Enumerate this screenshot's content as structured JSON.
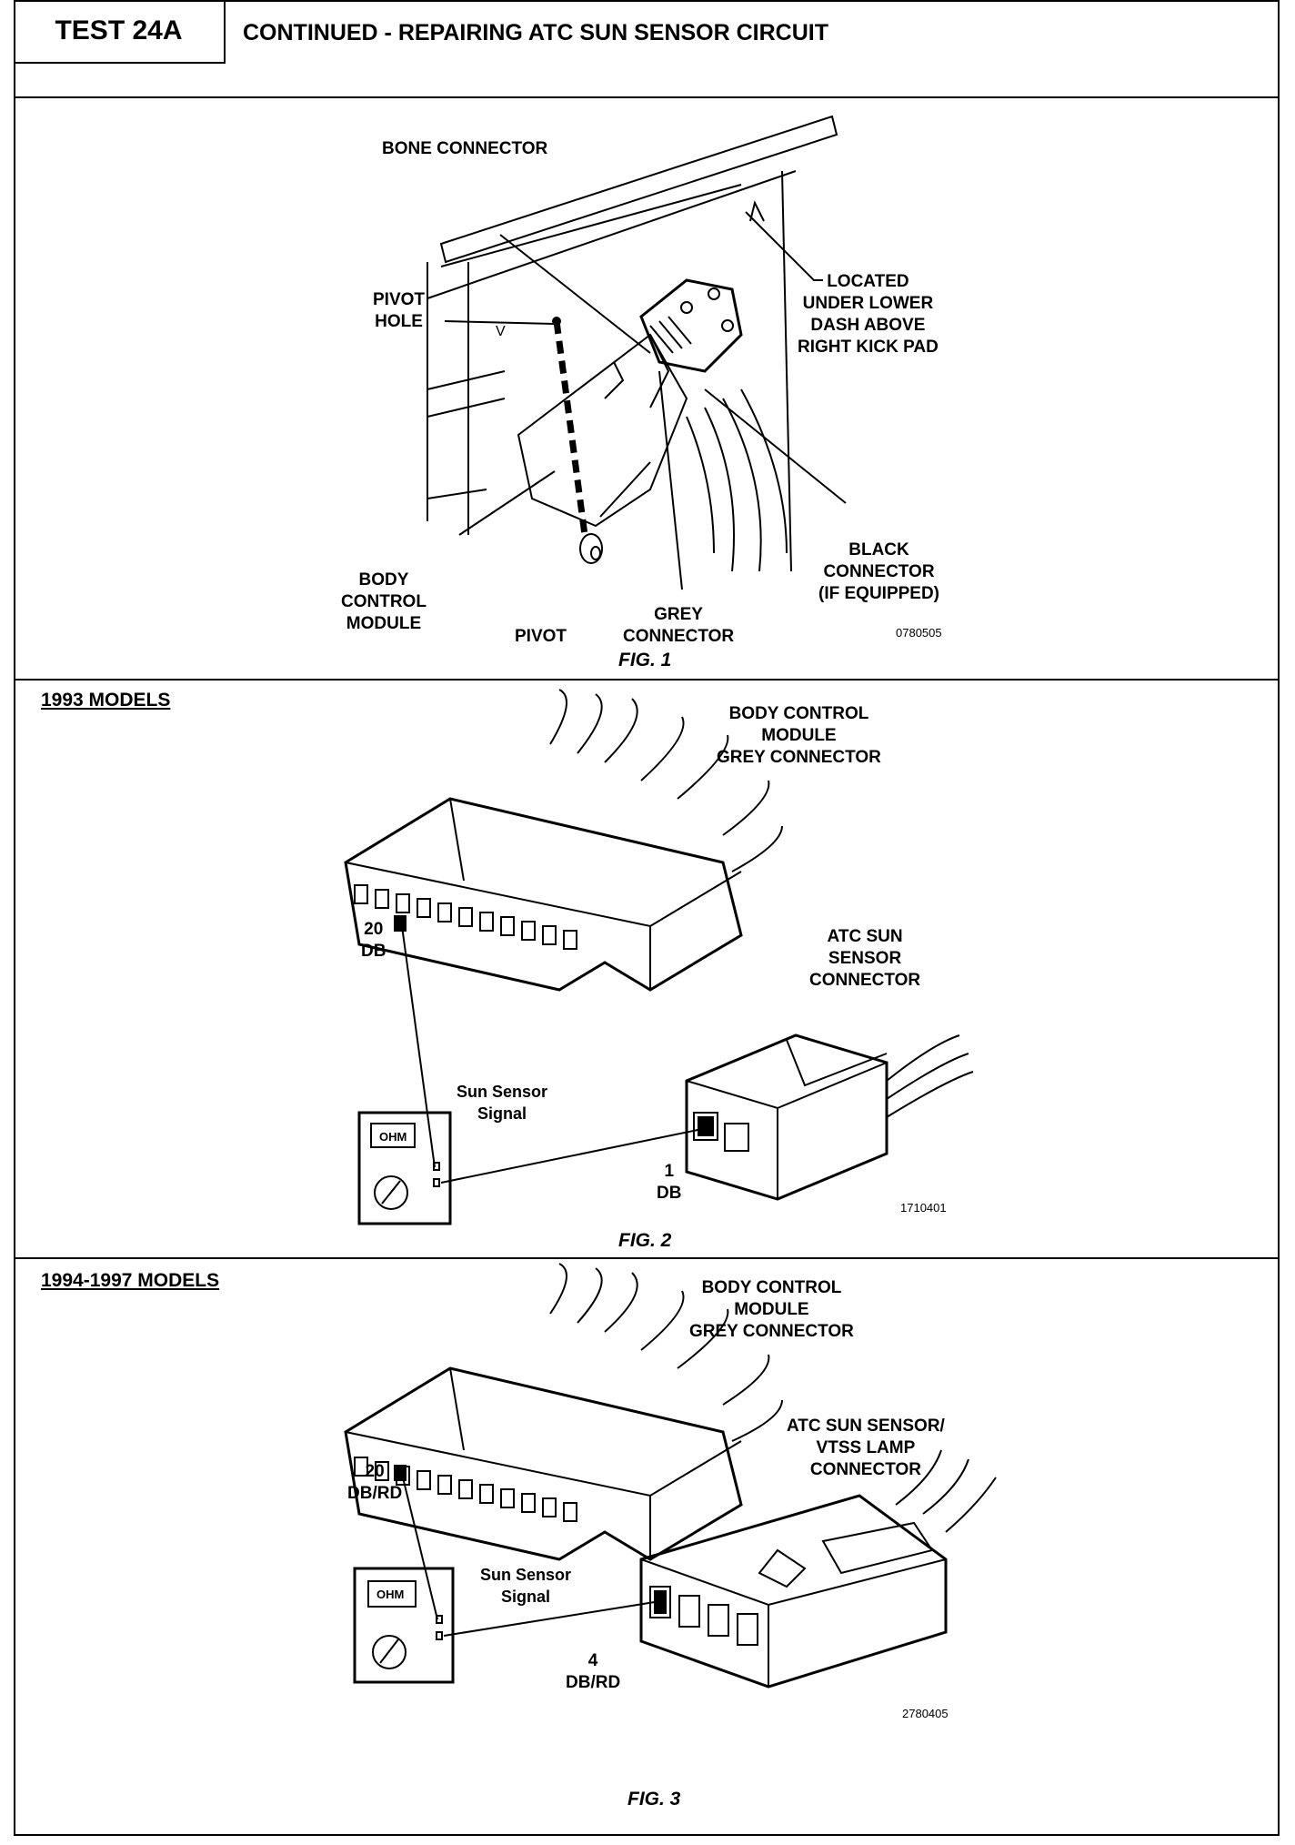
{
  "header": {
    "test_id": "TEST 24A",
    "title": "CONTINUED - REPAIRING ATC SUN SENSOR CIRCUIT"
  },
  "fig1": {
    "caption": "FIG. 1",
    "code": "0780505",
    "labels": {
      "bone_connector": "BONE CONNECTOR",
      "pivot_hole": "PIVOT\nHOLE",
      "located": "LOCATED\nUNDER LOWER\nDASH ABOVE\nRIGHT KICK PAD",
      "black_connector": "BLACK\nCONNECTOR\n(IF EQUIPPED)",
      "body_control_module": "BODY\nCONTROL\nMODULE",
      "pivot": "PIVOT",
      "grey_connector": "GREY\nCONNECTOR",
      "v_mark": "V"
    }
  },
  "fig2": {
    "models": "1993 MODELS",
    "caption": "FIG. 2",
    "code": "1710401",
    "labels": {
      "bcm_connector": "BODY CONTROL\nMODULE\nGREY CONNECTOR",
      "wire_20": "20\nDB",
      "sun_connector": "ATC SUN\nSENSOR\nCONNECTOR",
      "signal": "Sun Sensor\nSignal",
      "wire_1": "1\nDB",
      "ohm": "OHM"
    }
  },
  "fig3": {
    "models": "1994-1997 MODELS",
    "caption": "FIG. 3",
    "code": "2780405",
    "labels": {
      "bcm_connector": "BODY CONTROL\nMODULE\nGREY CONNECTOR",
      "wire_20": "20\nDB/RD",
      "sun_connector": "ATC SUN SENSOR/\nVTSS LAMP\nCONNECTOR",
      "signal": "Sun Sensor\nSignal",
      "wire_4": "4\nDB/RD",
      "ohm": "OHM"
    }
  }
}
